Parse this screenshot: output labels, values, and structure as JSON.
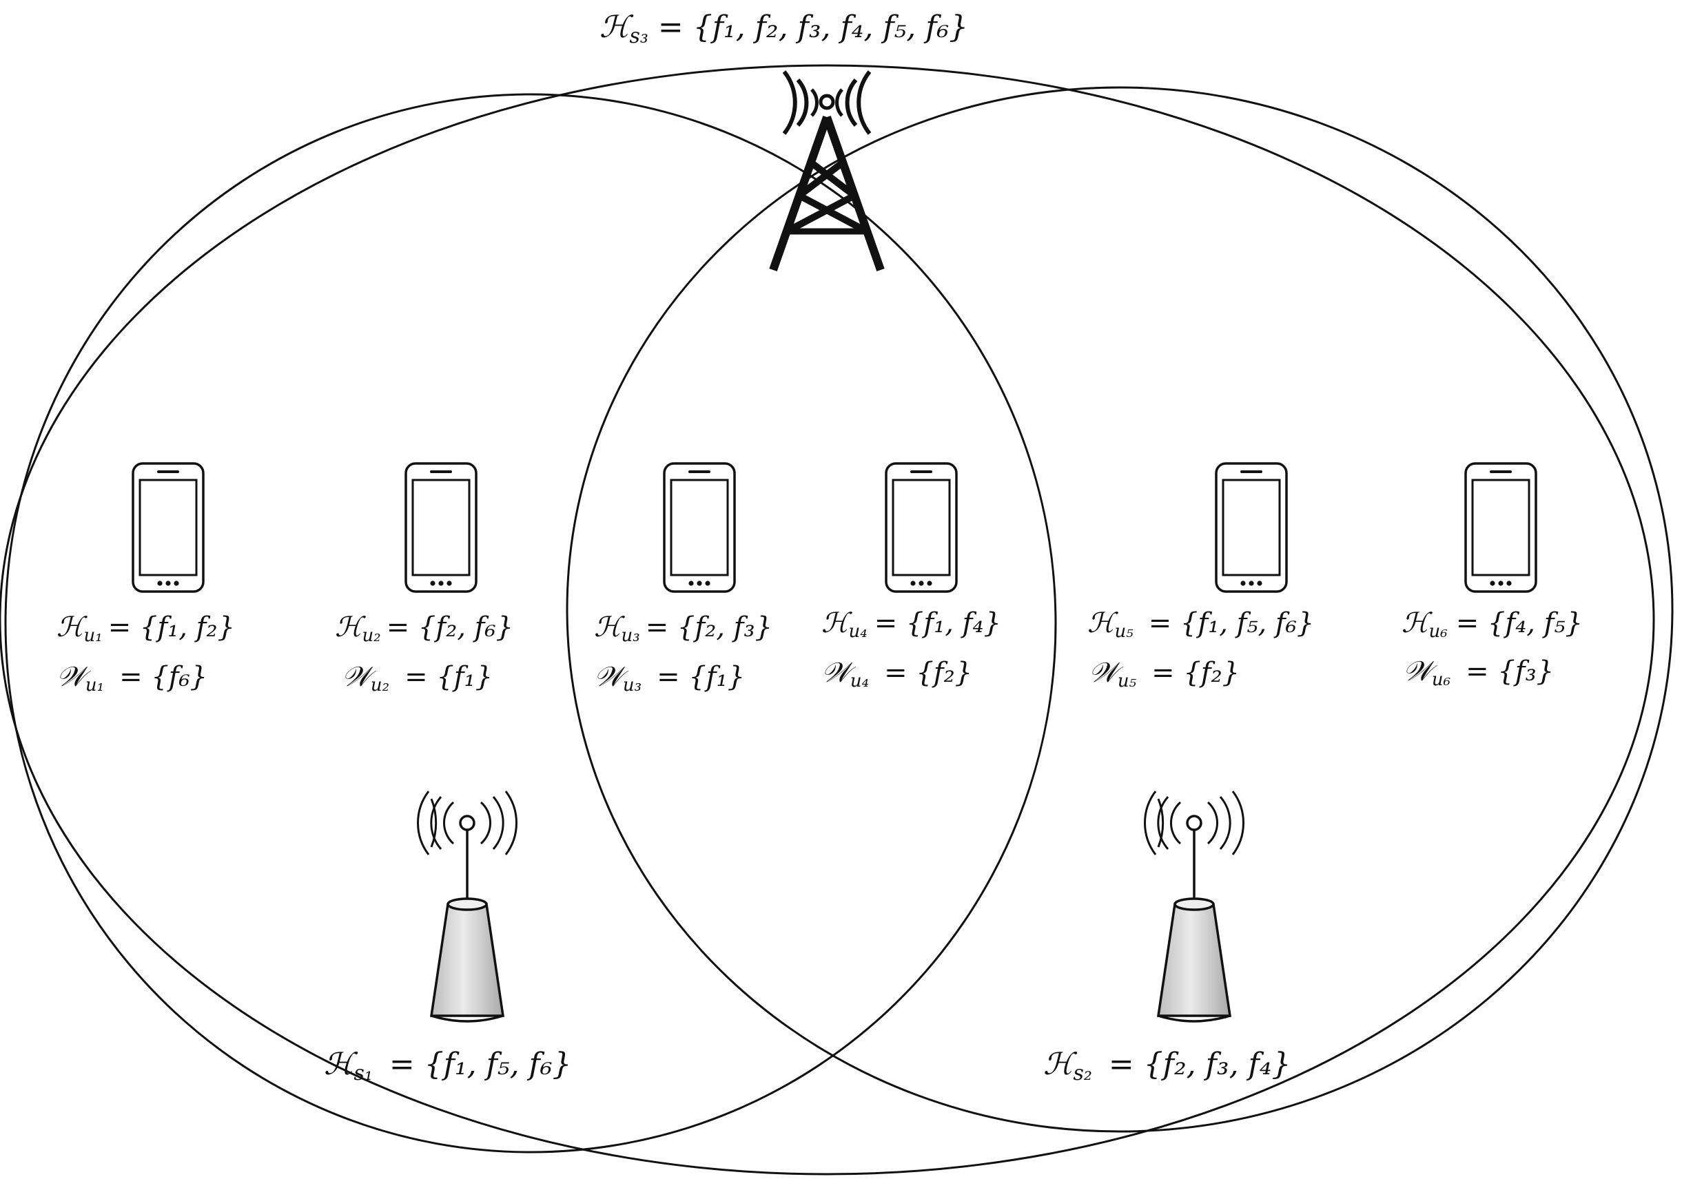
{
  "macro_cell": {
    "label_symbol": "ℋ",
    "label_sub": "s₃",
    "label_set": "= {f₁, f₂, f₃, f₄, f₅, f₆}"
  },
  "small_cells": [
    {
      "label_symbol": "ℋ",
      "label_sub": "s₁",
      "label_set": "= {f₁, f₅, f₆}"
    },
    {
      "label_symbol": "ℋ",
      "label_sub": "s₂",
      "label_set": "= {f₂, f₃, f₄}"
    }
  ],
  "users": [
    {
      "h_symbol": "ℋ",
      "h_sub": "u₁",
      "h_set": "= {f₁, f₂}",
      "w_symbol": "𝒲",
      "w_sub": "u₁",
      "w_set": "= {f₆}"
    },
    {
      "h_symbol": "ℋ",
      "h_sub": "u₂",
      "h_set": "= {f₂, f₆}",
      "w_symbol": "𝒲",
      "w_sub": "u₂",
      "w_set": "= {f₁}"
    },
    {
      "h_symbol": "ℋ",
      "h_sub": "u₃",
      "h_set": "= {f₂, f₃}",
      "w_symbol": "𝒲",
      "w_sub": "u₃",
      "w_set": "= {f₁}"
    },
    {
      "h_symbol": "ℋ",
      "h_sub": "u₄",
      "h_set": "= {f₁, f₄}",
      "w_symbol": "𝒲",
      "w_sub": "u₄",
      "w_set": "= {f₂}"
    },
    {
      "h_symbol": "ℋ",
      "h_sub": "u₅",
      "h_set": "= {f₁, f₅, f₆}",
      "w_symbol": "𝒲",
      "w_sub": "u₅",
      "w_set": "= {f₂}"
    },
    {
      "h_symbol": "ℋ",
      "h_sub": "u₆",
      "h_set": "= {f₄, f₅}",
      "w_symbol": "𝒲",
      "w_sub": "u₆",
      "w_set": "= {f₃}"
    }
  ],
  "colors": {
    "stroke": "#111111",
    "station_fill": "#d6d6d6",
    "background": "#ffffff"
  },
  "icons": {
    "macro": "cell-tower-icon",
    "small": "antenna-icon",
    "user": "smartphone-icon"
  }
}
